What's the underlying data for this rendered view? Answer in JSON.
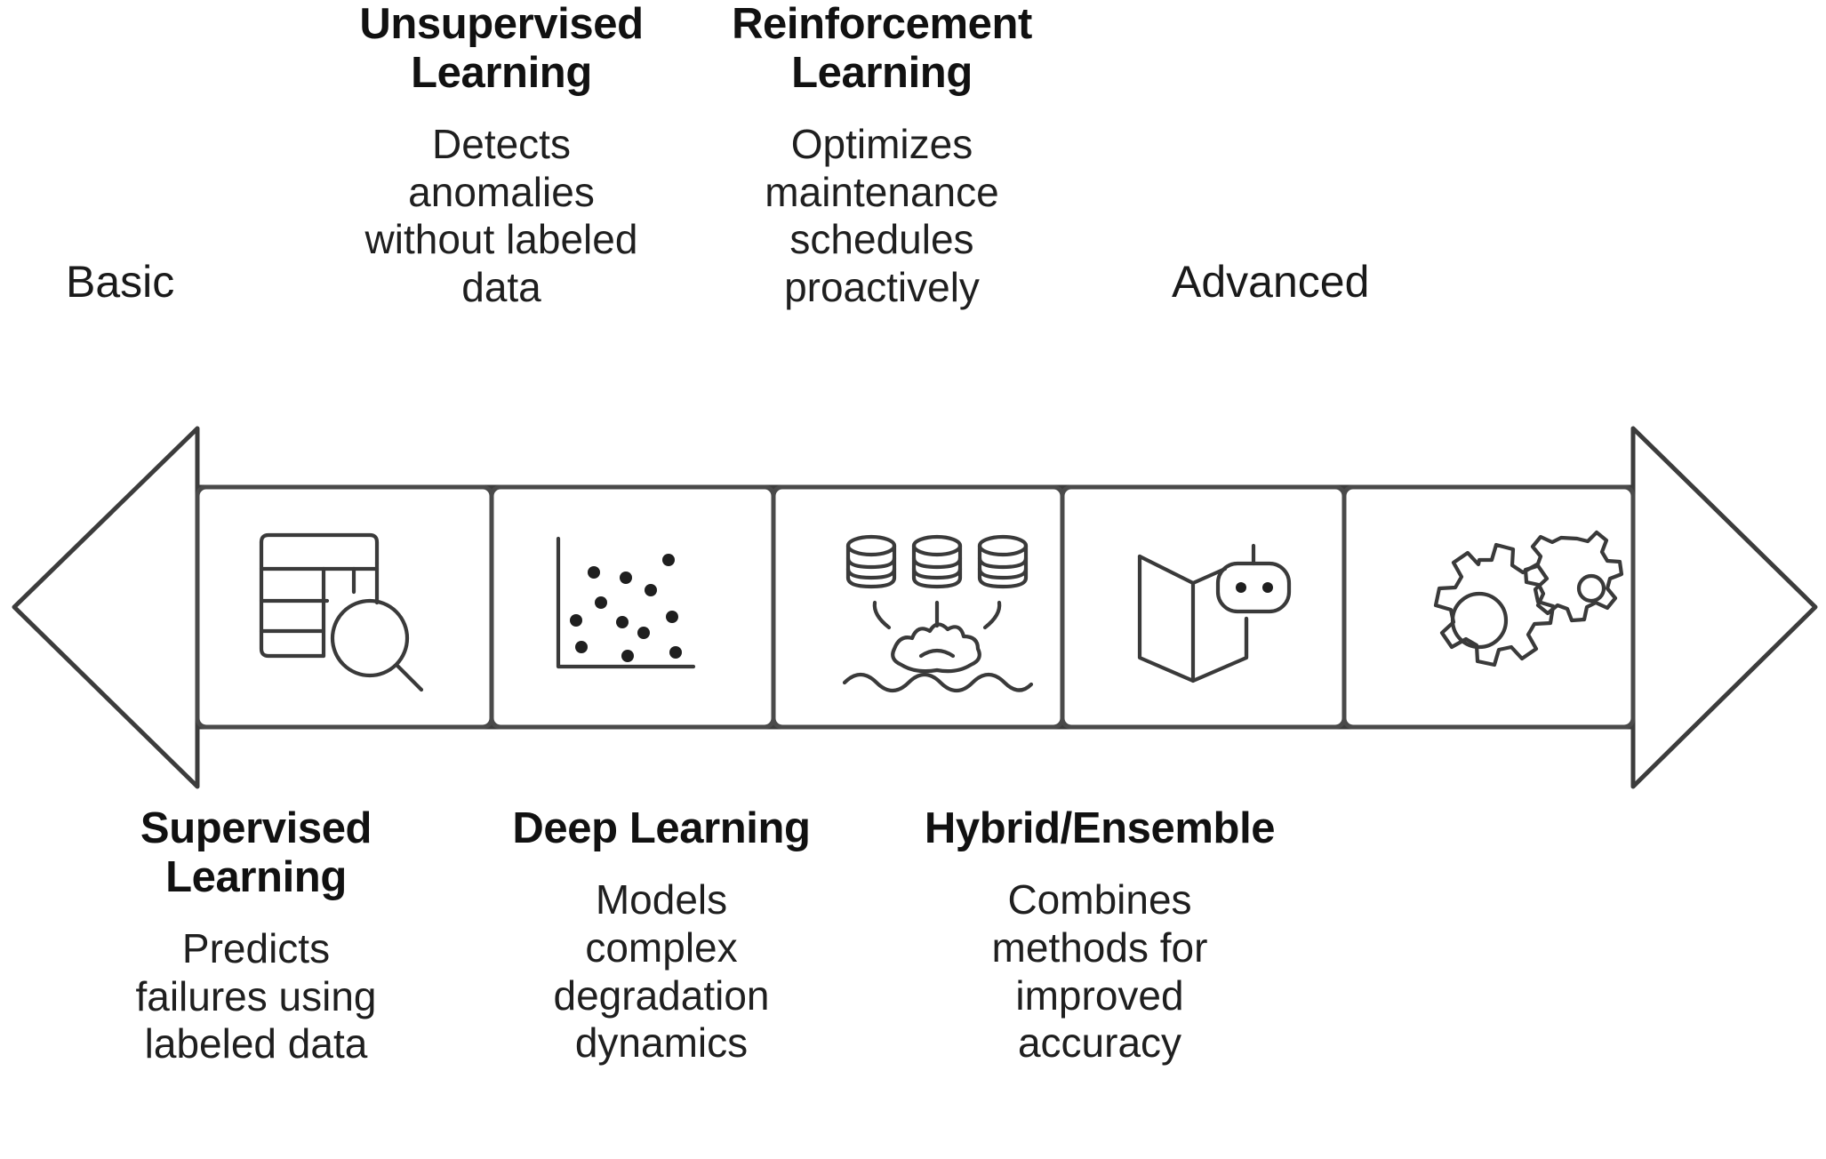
{
  "diagram": {
    "type": "spectrum-arrow",
    "scale": {
      "left_label": "Basic",
      "right_label": "Advanced"
    },
    "stages": [
      {
        "position": "bottom",
        "order": 1,
        "title": "Supervised\nLearning",
        "title_line1": "Supervised",
        "title_line2": "Learning",
        "description": "Predicts failures using labeled data",
        "desc_line1": "Predicts",
        "desc_line2": "failures using",
        "desc_line3": "labeled data",
        "icon": "table-search-icon"
      },
      {
        "position": "top",
        "order": 2,
        "title": "Unsupervised\nLearning",
        "title_line1": "Unsupervised",
        "title_line2": "Learning",
        "description": "Detects anomalies without labeled data",
        "desc_line1": "Detects",
        "desc_line2": "anomalies",
        "desc_line3": "without labeled",
        "desc_line4": "data",
        "icon": "scatter-plot-icon"
      },
      {
        "position": "bottom",
        "order": 3,
        "title": "Deep Learning",
        "title_line1": "Deep Learning",
        "description": "Models complex degradation dynamics",
        "desc_line1": "Models",
        "desc_line2": "complex",
        "desc_line3": "degradation",
        "desc_line4": "dynamics",
        "icon": "data-lake-icon"
      },
      {
        "position": "top",
        "order": 4,
        "title": "Reinforcement\nLearning",
        "title_line1": "Reinforcement",
        "title_line2": "Learning",
        "description": "Optimizes maintenance schedules proactively",
        "desc_line1": "Optimizes",
        "desc_line2": "maintenance",
        "desc_line3": "schedules",
        "desc_line4": "proactively",
        "icon": "map-robot-icon"
      },
      {
        "position": "bottom",
        "order": 5,
        "title": "Hybrid/Ensemble",
        "title_line1": "Hybrid/Ensemble",
        "description": "Combines methods for improved accuracy",
        "desc_line1": "Combines",
        "desc_line2": "methods for",
        "desc_line3": "improved",
        "desc_line4": "accuracy",
        "icon": "gears-icon"
      }
    ],
    "colors": {
      "outline": "#3c3c3c",
      "cell_fill": "#ffffff",
      "text": "#1a1a1a",
      "background": "#ffffff"
    }
  }
}
